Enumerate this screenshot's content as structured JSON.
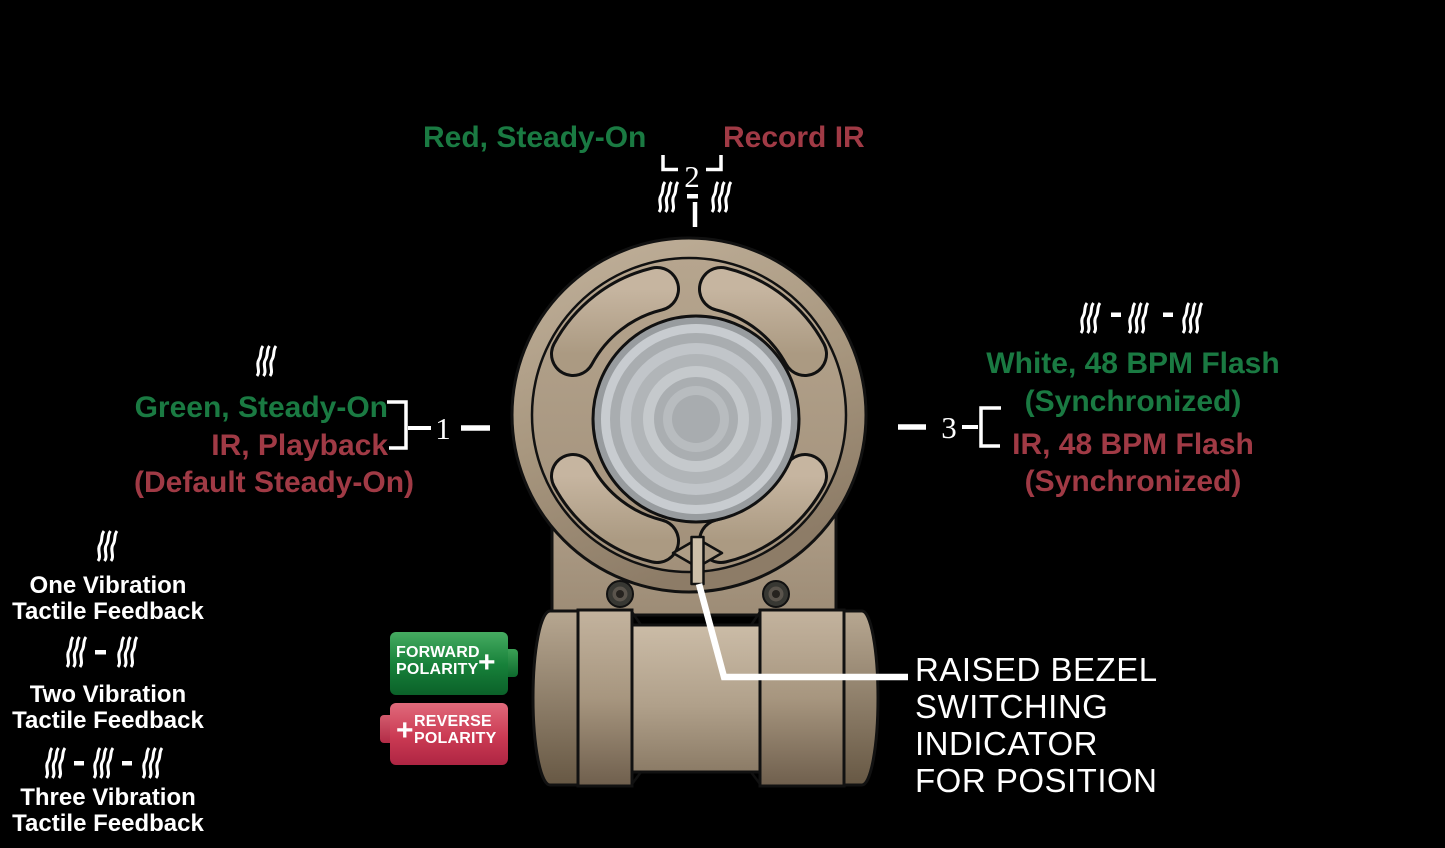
{
  "diagram": {
    "background": "#000000",
    "positions": {
      "p1": {
        "number": "1",
        "green_label": "Green, Steady-On",
        "red_label": "IR, Playback",
        "red_note": "(Default Steady-On)"
      },
      "p2": {
        "number": "2",
        "green_label": "Red, Steady-On",
        "red_label": "Record IR"
      },
      "p3": {
        "number": "3",
        "green_label": "White, 48 BPM Flash",
        "green_note": "(Synchronized)",
        "red_label": "IR, 48 BPM Flash",
        "red_note": "(Synchronized)"
      }
    },
    "feedback_legend": [
      {
        "line1": "One Vibration",
        "line2": "Tactile Feedback"
      },
      {
        "line1": "Two Vibration",
        "line2": "Tactile Feedback"
      },
      {
        "line1": "Three Vibration",
        "line2": "Tactile Feedback"
      }
    ],
    "bezel_note": {
      "line1": "RAISED BEZEL",
      "line2": "SWITCHING",
      "line3": "INDICATOR",
      "line4": "FOR POSITION"
    },
    "badges": {
      "forward": {
        "line1": "FORWARD",
        "line2": "POLARITY",
        "plus": "+"
      },
      "reverse": {
        "line1": "REVERSE",
        "line2": "POLARITY",
        "plus": "+"
      }
    },
    "colors": {
      "label_green": "#1a7a42",
      "label_red": "#a03a45",
      "badge_green": "#17813a",
      "badge_red": "#cb3a53",
      "device_tan": "#b0a089",
      "white": "#ffffff"
    },
    "icons": {
      "vibration": "vibration-waves-icon"
    }
  }
}
